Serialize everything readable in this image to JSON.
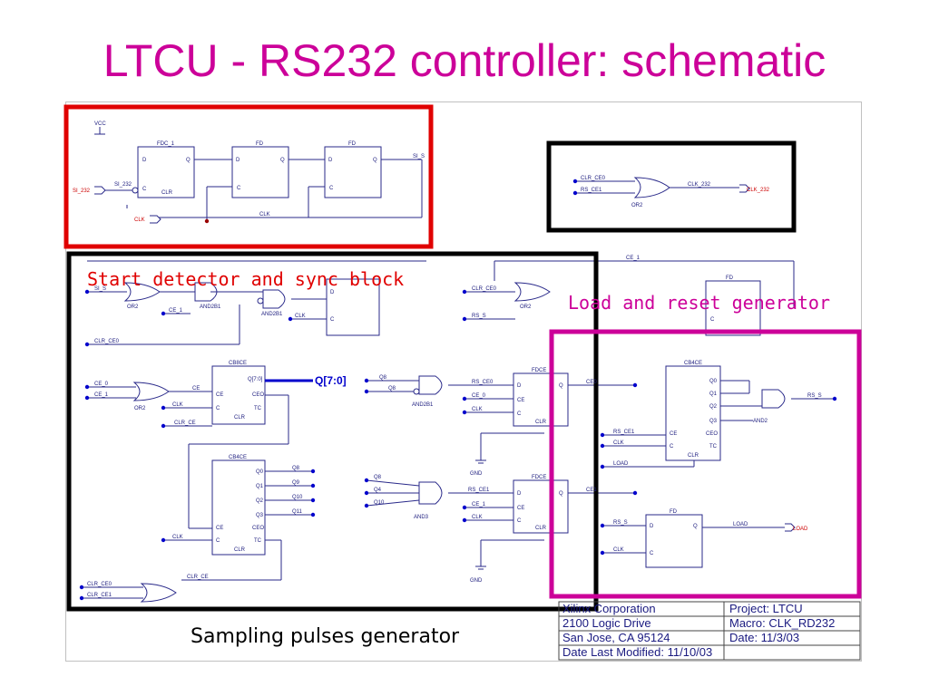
{
  "title": "LTCU - RS232 controller: schematic",
  "annotations": {
    "start_detector": "Start detector and sync block",
    "load_reset": "Load and reset generator",
    "sampling": "Sampling pulses generator"
  },
  "colors": {
    "title": "#cc0099",
    "red_box": "#e00000",
    "black_box": "#000000",
    "magenta_box": "#cc0099",
    "wire": "#0000cc"
  },
  "title_block": {
    "company": "Xilinx Corporation",
    "street": "2100 Logic Drive",
    "city": "San Jose, CA 95124",
    "modified": "Date Last Modified: 11/10/03",
    "project": "Project: LTCU",
    "macro": "Macro: CLK_RD232",
    "date": "Date: 11/3/03"
  },
  "schematic": {
    "vcc": "VCC",
    "fdc1": "FDC_1",
    "fd": "FD",
    "d": "D",
    "q": "Q",
    "c": "C",
    "clr": "CLR",
    "ce": "CE",
    "ceo": "CEO",
    "tc": "TC",
    "si_232": "SI_232",
    "si_s": "SI_S",
    "clk": "CLK",
    "clk_232": "CLK_232",
    "clr_ce0": "CLR_CE0",
    "clr_ce1": "CLR_CE1",
    "rs_ce1": "RS_CE1",
    "rs_ce0": "RS_CE0",
    "rs_s": "RS_S",
    "or2": "OR2",
    "and2b1": "AND2B1",
    "and2": "AND2",
    "and3": "AND3",
    "ce_0": "CE_0",
    "ce_1": "CE_1",
    "ce0": "CE0",
    "ce1": "CE1",
    "clr_ce": "CLR_CE",
    "cb8ce": "CB8CE",
    "cb4ce": "CB4CE",
    "fdce": "FDCE",
    "q7_0": "Q[7:0]",
    "q0": "Q0",
    "q1": "Q1",
    "q2": "Q2",
    "q3": "Q3",
    "q4": "Q4",
    "q8": "Q8",
    "q9": "Q9",
    "q10": "Q10",
    "q11": "Q11",
    "gnd": "GND",
    "load": "LOAD"
  }
}
